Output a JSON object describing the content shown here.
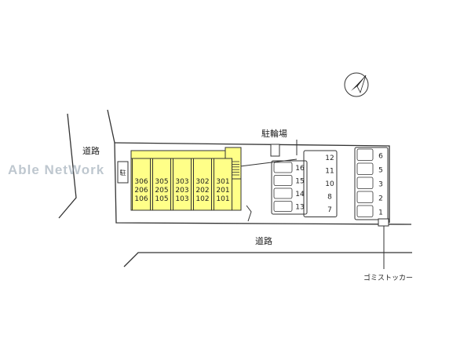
{
  "watermark": "Able NetWork",
  "labels": {
    "road_left": "道路",
    "road_bottom": "道路",
    "bicycle_parking": "駐輪場",
    "garbage_station": "ゴミストッカー",
    "mailbox": "駐"
  },
  "building": {
    "color": "#ffff88",
    "columns": [
      {
        "units": [
          "306",
          "206",
          "106"
        ]
      },
      {
        "units": [
          "305",
          "205",
          "105"
        ]
      },
      {
        "units": [
          "303",
          "203",
          "103"
        ]
      },
      {
        "units": [
          "302",
          "202",
          "102"
        ]
      },
      {
        "units": [
          "301",
          "201",
          "101"
        ]
      }
    ]
  },
  "parking": {
    "left_group": [
      "16",
      "15",
      "14",
      "13"
    ],
    "middle_group": [
      "12",
      "11",
      "10",
      "8",
      "7"
    ],
    "right_group": [
      "6",
      "5",
      "3",
      "2",
      "1"
    ]
  },
  "icons": {
    "north": "north-arrow-icon"
  }
}
